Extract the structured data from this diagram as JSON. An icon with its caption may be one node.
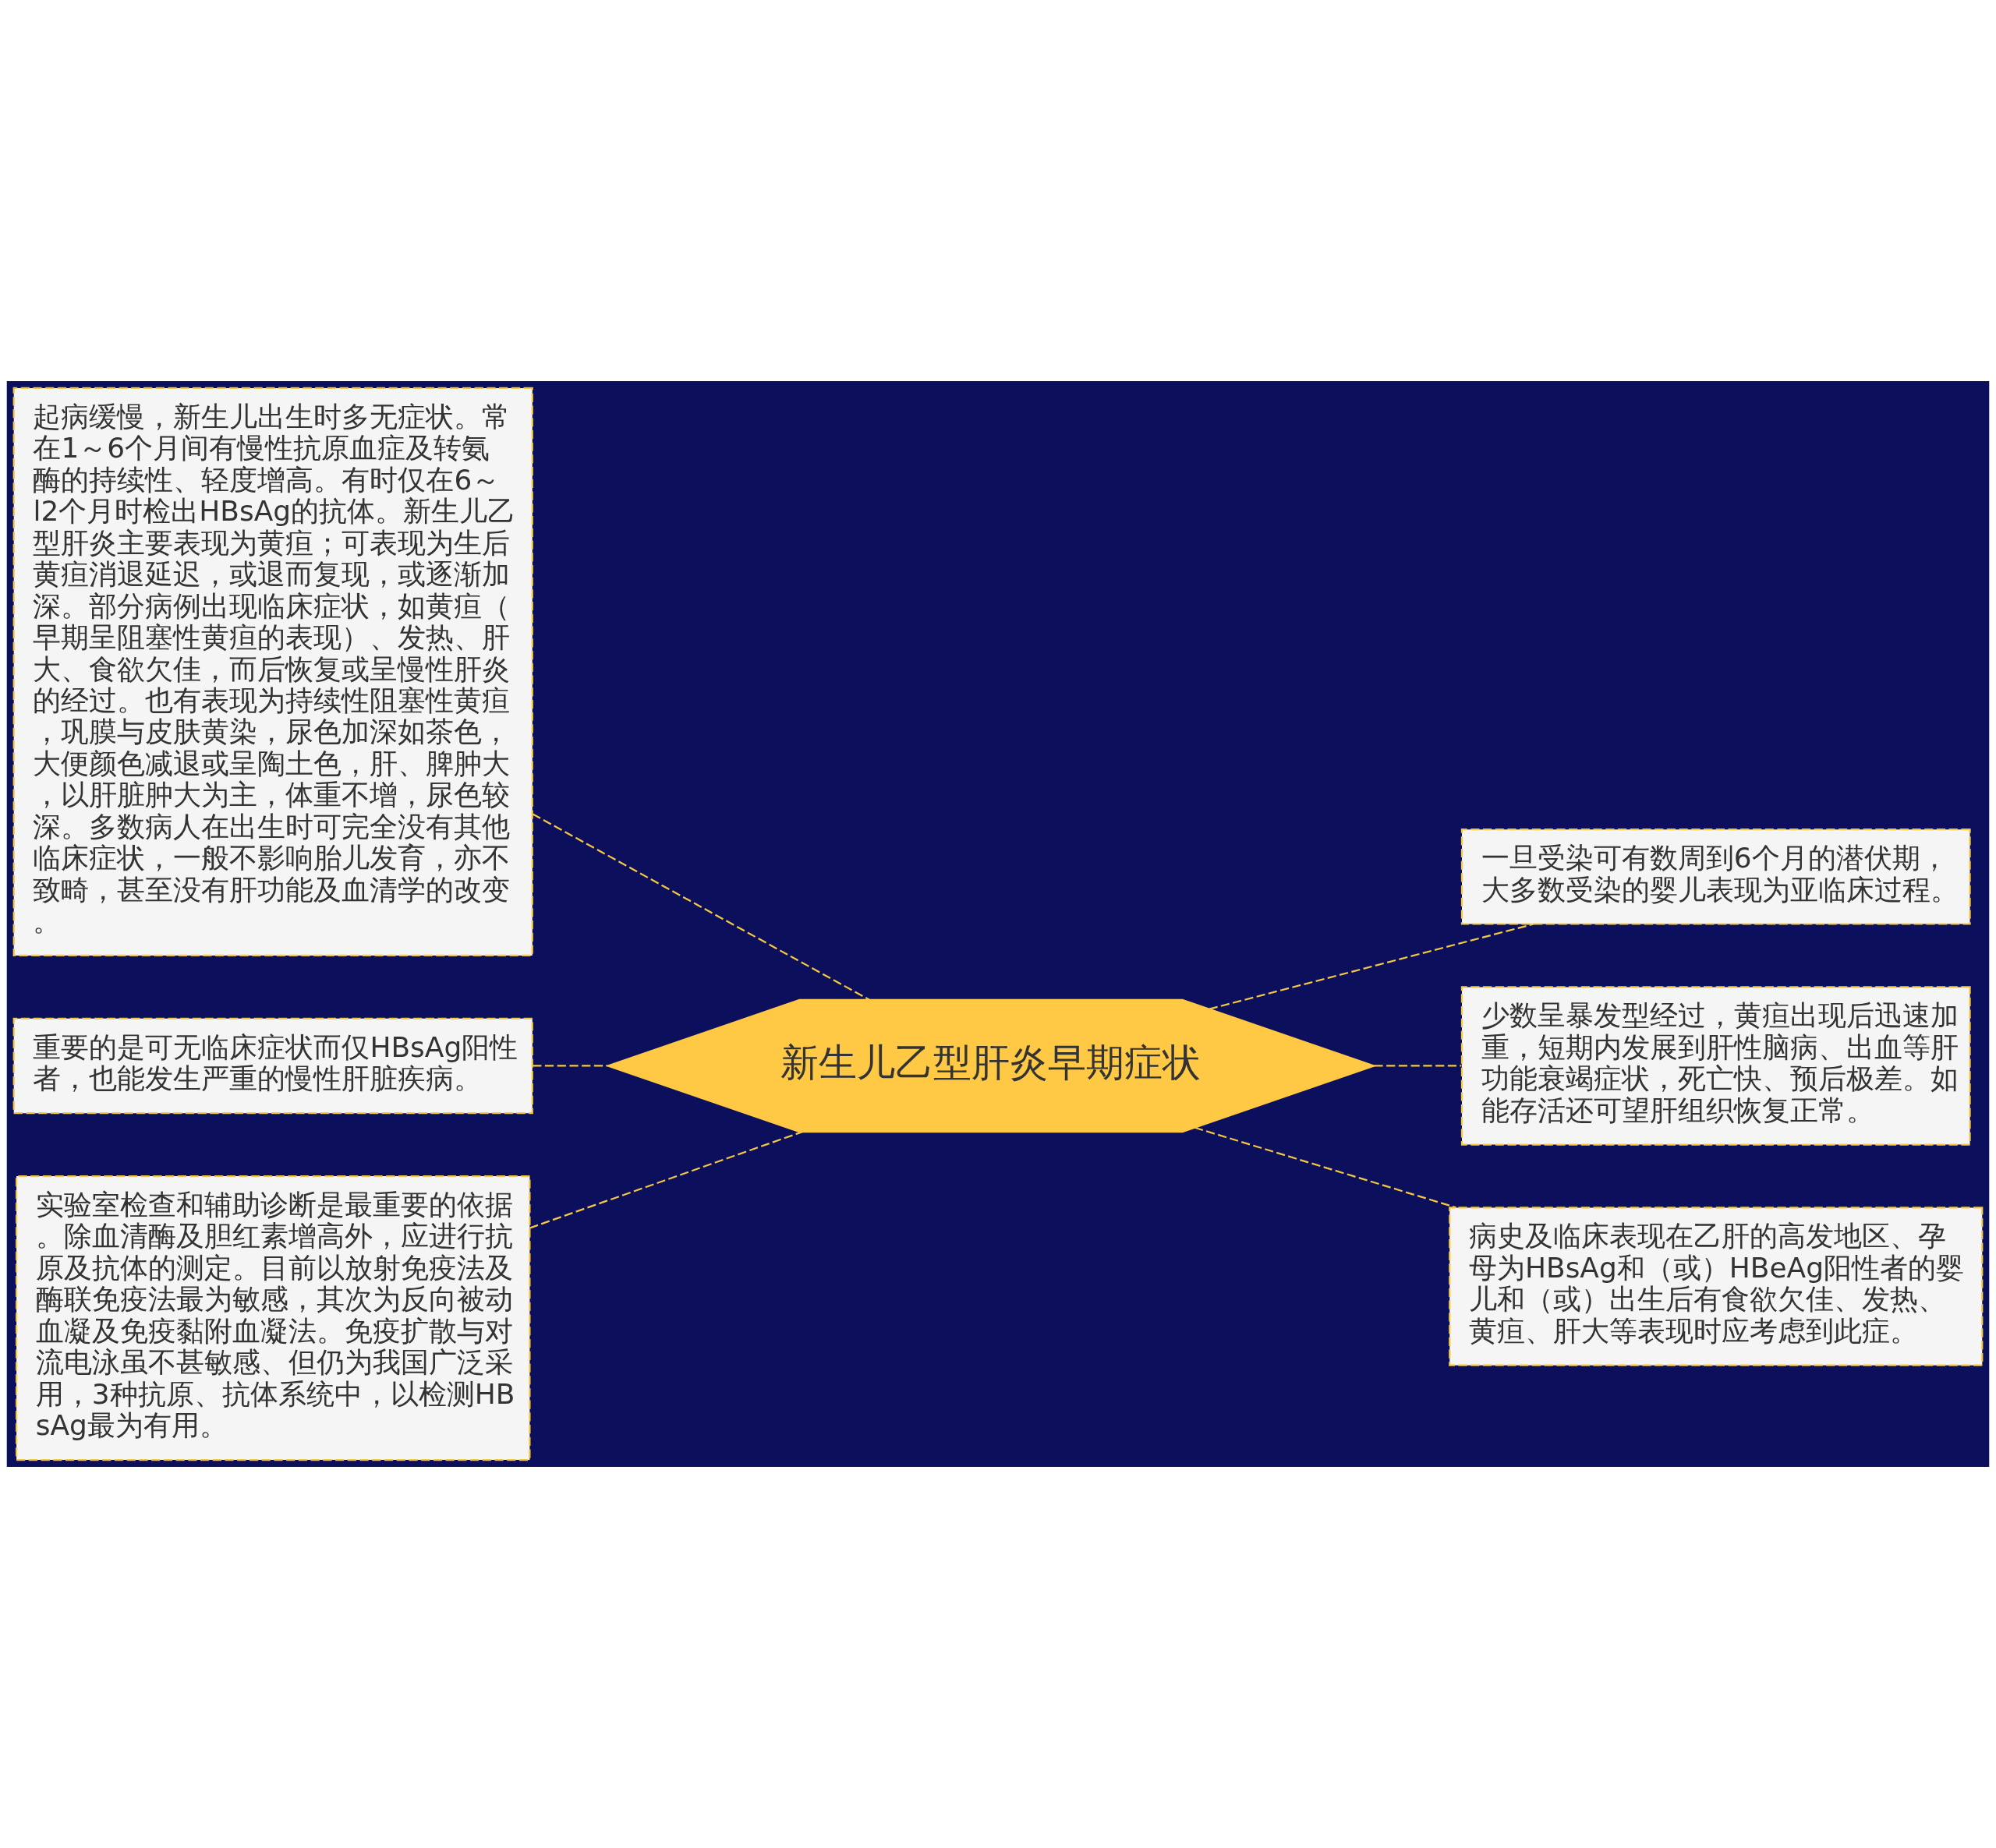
{
  "diagram": {
    "nodes": [
      {
        "text": [
          "新生儿乙型肝炎早期症状"
        ]
      },
      {
        "text": [
          "起病缓慢，新生儿出生时多无症状。常在1～6个月间有慢性抗原血症及转氨酶的持续性、轻度增高。有时仅在6～l2个月时检出HBsAg的抗体。新生儿乙型肝炎主要表现为黄疸；可表现为生后黄疸消退延迟，或退而复现，或逐渐加深。部分病例出现临床症状，如黄疸（早期呈阻塞性黄疸的表现）、发热、肝大、食欲欠佳，而后恢复或呈慢性肝炎的经过。也有表现为持续性阻塞性黄疸，巩膜与皮肤黄染，尿色加深如茶色，大便颜色减退或呈陶土色，肝、脾肿大，以肝脏肿大为主，体重不增，尿色较深。多数病人在出生时可完全没有其他临床症状，一般不影响胎儿发育，亦不致畸，甚至没有肝功能及血清学的改变。"
        ]
      },
      {
        "text": [
          "重要的是可无临床症状而仅HBsAg阳性者，也能发生严重的慢性肝脏疾病。"
        ]
      },
      {
        "text": [
          "实验室检查和辅助诊断是最重要的依据。除血清酶及胆红素增高外，应进行抗原及抗体的测定。目前以放射免疫法及酶联免疫法最为敏感，其次为反向被动血凝及免疫黏附血凝法。免疫扩散与对流电泳虽不甚敏感、但仍为我国广泛采用，3种抗原、抗体系统中，以检测HBsAg最为有用。"
        ]
      },
      {
        "text": [
          "一旦受染可有数周到6个月的潜伏期，大多数受染的婴儿表现为亚临床过程。"
        ]
      },
      {
        "text": [
          "少数呈暴发型经过，黄疸出现后迅速加重，短期内发展到肝性脑病、出血等肝功能衰竭症状，死亡快、预后极差。如能存活还可望肝组织恢复正常。"
        ]
      },
      {
        "text": [
          "病史及临床表现在乙肝的高发地区、孕母为HBsAg和（或）HBeAg阳性者的婴儿和（或）出生后有食欲欠佳、发热、黄疸、肝大等表现时应考虑到此症。"
        ]
      }
    ],
    "edges": [
      {
        "from": 1,
        "to": 0,
        "arrow": "none",
        "style": "dashed"
      },
      {
        "from": 2,
        "to": 0,
        "arrow": "none",
        "style": "dashed"
      },
      {
        "from": 3,
        "to": 0,
        "arrow": "none",
        "style": "dashed"
      },
      {
        "from": 0,
        "to": 4,
        "arrow": "none",
        "style": "dashed"
      },
      {
        "from": 0,
        "to": 5,
        "arrow": "none",
        "style": "dashed"
      },
      {
        "from": 0,
        "to": 6,
        "arrow": "none",
        "style": "dashed"
      }
    ]
  }
}
